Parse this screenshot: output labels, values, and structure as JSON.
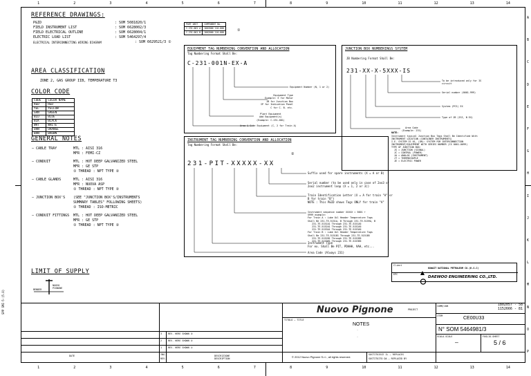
{
  "grid": {
    "top_numbers": [
      "1",
      "2",
      "3",
      "4",
      "5",
      "6",
      "7",
      "8",
      "9",
      "10",
      "11",
      "12",
      "13",
      "14"
    ],
    "right_numbers": [
      "A",
      "B",
      "C",
      "D",
      "E",
      "F",
      "G",
      "H",
      "I",
      "J",
      "K",
      "L",
      "M",
      "N",
      "O",
      "P"
    ]
  },
  "side_code": "SPP SMI-5-(5.0)",
  "reference": {
    "title": "REFERENCE DRAWINGS:",
    "items": [
      {
        "label": "P&ID",
        "value": ": SOM 5081820/1"
      },
      {
        "label": "FIELD INSTRUMENT LIST",
        "value": ": SOM 6628002/3"
      },
      {
        "label": "FIELD ELECTRICAL OUTLINE",
        "value": ": SOM 6628004/1"
      },
      {
        "label": "ELECTRIC LOAD LIST",
        "value": ": SOM 5464297/4"
      },
      {
        "label": "ELECTRICAL INTERCONNECTING WIRING DIAGRAM",
        "value": ": SOM 6629521/3 ①"
      }
    ]
  },
  "area": {
    "title": "AREA CLASSIFICATION",
    "text": "ZONE 2, GAS GROUP IIB, TEMPERATURE T3"
  },
  "color_code": {
    "title": "COLOR CODE",
    "headers": [
      "CODE",
      "COLOR NAME"
    ],
    "rows": [
      [
        "RED",
        "RED"
      ],
      [
        "YEL",
        "YELLOW"
      ],
      [
        "GRN",
        "GREEN"
      ],
      [
        "BLU",
        "BLUE"
      ],
      [
        "BLK",
        "BLACK"
      ],
      [
        "WHT",
        "WHITE"
      ],
      [
        "ORN",
        "ORANGE"
      ],
      [
        "BRN",
        "BROWN"
      ]
    ]
  },
  "general_notes": {
    "title": "GENERAL NOTES",
    "items": [
      {
        "head": "– CABLE TRAY",
        "lines": [
          "MTL  : AISI 316",
          "MFR  : FEMI-CZ"
        ]
      },
      {
        "head": "– CONDUIT",
        "lines": [
          "MTL  : HOT DEEP GALVANIZED STEEL",
          "MFR  : GE STP",
          "① THREAD : NPT TYPE  ②"
        ]
      },
      {
        "head": "– CABLE GLANDS",
        "lines": [
          "MTL  : AISI 316",
          "MFR  : NUOVA ASP",
          "① THREAD : NPT TYPE  ②"
        ]
      },
      {
        "head": "– JUNCTION BOX'S",
        "lines": [
          "(SEE \"JUNCTION BOX'S/INSTRUMENTS",
          "SUMMARY TABLES\" FOLLOWING SHEETS)",
          "① THREAD : ISO-METRIC"
        ]
      },
      {
        "head": "– CONDUIT FITTINGS",
        "lines": [
          "MTL  : HOT DEEP GALVANIZED STEEL",
          "MFR  : GE STP",
          "① THREAD : NPT TYPE  ②"
        ]
      }
    ]
  },
  "supply": {
    "title": "LIMIT OF SUPPLY",
    "left": "BENDER",
    "right": "NUOVO PIGNONE"
  },
  "small_table": {
    "headers": [
      "PART UNIT",
      "COMPONENT No."
    ],
    "rows": [
      [
        "C-231-001 A",
        "1002000 110-000"
      ],
      [
        "C-231-001 B",
        "1002000 110-000"
      ]
    ],
    "mark": "①"
  },
  "equipment": {
    "title": "EQUIPMENT TAG NUMBERING CONVENTION AND ALLOCATION",
    "subtitle": "Tag Numbering Format Shall Be:",
    "code": "C-231-001N-EX-A",
    "notes": [
      "Equipment Number (N, 1 or 2)",
      "Equipment Type\nExample: E for Motor\nJB for Junction Box\nIP for Indication Panel\nC for C. B. etc.",
      "Plant Equipment\nAdd Equipment(s)\n(Example: C-231-001)",
      "Area & Site Equipment (C, 2 for Train A)"
    ]
  },
  "junction": {
    "title": "JUNCTION BOX NUMBERINGS SYSTEM",
    "subtitle": "JB Numbering Format Shall Be:",
    "code": "231-XX-X-5XXX-IS",
    "notes": [
      "To be introduced only for IS circuit",
      "Serial number (0001-999)",
      "System (PCS) EX",
      "Type of JB (ISI, N EX)",
      "Area Code\n(Example: 231)"
    ],
    "note_title": "NOTE:",
    "note_lines": [
      "Instrument typical Junction Box Tags Shall Be Identified With",
      "INSTRUMENT LOCATION (CONTAINER INSTRUMENTS)",
      "I.E. SYSTEM IS 01, (OR): SYSTEM FOR INTERCONNECTION",
      "INSTRUMENT/EQUIPMENT WITH SERIES NUMBER (IS 0001-0099)",
      "TYPE OF JUNCTION BOX:",
      "  JS = JUNCTION (SIGNAL)",
      "  JC = CONTROL (POWER)",
      "  JA = ANALOG (INSTRUMENT)",
      "  JT = THERMOCOUPLE",
      "  JE = ELECTRIC POWER"
    ]
  },
  "instrument": {
    "title": "INSTRUMENT TAG NUMBERING CONVENTION AND ALLOCATION",
    "subtitle": "Tag Numbering Format Shall Be:",
    "code": "231-PIT-XXXXX-XX",
    "symbol": "②",
    "notes": [
      "Suffix used for spare instruments (X = A or B)",
      "Serial number (to be used only in case of 2oo3 or\n2oo2 instrument loop (X = 1, 2 or 3))",
      "Train Identification Letter (X = A for train \"A\" or\nB for train \"B\")\nNOTE : This P&ID shows Tags ONLY for train \"A\"",
      "Instrument sequence number XXXXX = 5001 ÷\n5999 example:\nFor Train A : Lube Oil Header Temperature Tags\nShall Be 231-TE-5151A, B Through 231-TE-5159A, B\n   231-TE-5151A1 Through 231-TE-5151A5\n   231-TE-5152A1 Through 231-TE-5152A5\n   231-TE-5153A1 Through 231-TE-5153A5\nFor Train B : Lube Oil Header Temperature Tags\nShall Be 231-TE-5151B1 Through 231-TE-5151B5\n   231-TE-5152B1 Through 231-TE-5152B5\n   231-TE-5153B1 Through 231-TE-5153B5",
      "Instrument Type\nFor ex. Shall Be PIT, PDAHH, VAH, etc...",
      "Area Code (Always 231)"
    ]
  },
  "client": {
    "line1": "KUWAIT NATIONAL PETROLEUM CO.(K.S.C)",
    "line2": "DAEWOO ENGINEERING CO.,LTD.",
    "label1": "Client",
    "label2": "EPC"
  },
  "title_block": {
    "logo": "Nuovo Pignone",
    "project": "PROJECT",
    "title_label": "TITOLO – TITLE",
    "title": "NOTES",
    "copyright": "© 2012 Nuovo Pignone S.r.l., all rights reserved.",
    "comm_label": "COMM/JOB",
    "comm": "1802057 - 58\n1152666 - 81",
    "item_label": "ITEM",
    "item": "CE00U33",
    "doc": "N° SOM 5464981/3",
    "scale_label": "SCALA-SCALE",
    "scale": "–",
    "sheet_label": "FOGLIO-SHEET",
    "sheet": "5 / 6",
    "rev_label": "REV",
    "rev": "①",
    "replaces": "SOSTITUISCE IL – REPLACES",
    "replaced": "SOSTITUITO DA – REPLACED BY",
    "revisions": [
      {
        "no": "3",
        "text": "REV. HERE SHOWN ③"
      },
      {
        "no": "2",
        "text": "REV. HERE SHOWN ②"
      },
      {
        "no": "1",
        "text": "REV. HERE SHOWN ①"
      }
    ],
    "foot_left": "DATE",
    "foot_mid1": "PREP.",
    "foot_mid2": "DESCRIZIONE\nDESCRIPTION",
    "foot_a": "ING.",
    "foot_b": "REV."
  }
}
